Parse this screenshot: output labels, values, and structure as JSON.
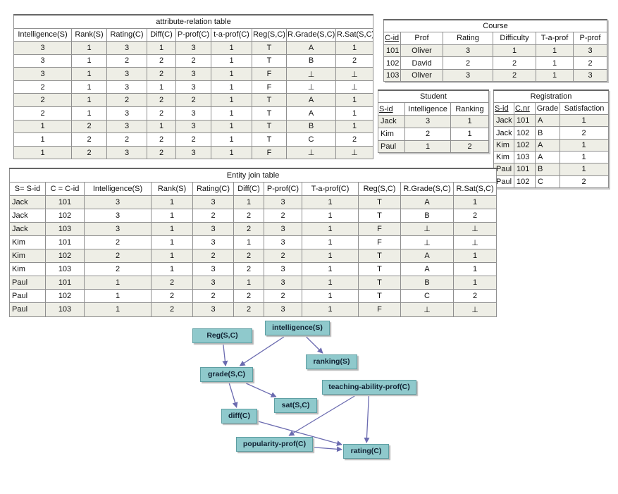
{
  "attr_table": {
    "title": "attribute-relation table",
    "headers": [
      "Intelligence(S)",
      "Rank(S)",
      "Rating(C)",
      "Diff(C)",
      "P-prof(C)",
      "t-a-prof(C)",
      "Reg(S,C)",
      "R.Grade(S,C)",
      "R.Sat(S,C)"
    ],
    "rows": [
      [
        "3",
        "1",
        "3",
        "1",
        "3",
        "1",
        "T",
        "A",
        "1"
      ],
      [
        "3",
        "1",
        "2",
        "2",
        "2",
        "1",
        "T",
        "B",
        "2"
      ],
      [
        "3",
        "1",
        "3",
        "2",
        "3",
        "1",
        "F",
        "⊥",
        "⊥"
      ],
      [
        "2",
        "1",
        "3",
        "1",
        "3",
        "1",
        "F",
        "⊥",
        "⊥"
      ],
      [
        "2",
        "1",
        "2",
        "2",
        "2",
        "1",
        "T",
        "A",
        "1"
      ],
      [
        "2",
        "1",
        "3",
        "2",
        "3",
        "1",
        "T",
        "A",
        "1"
      ],
      [
        "1",
        "2",
        "3",
        "1",
        "3",
        "1",
        "T",
        "B",
        "1"
      ],
      [
        "1",
        "2",
        "2",
        "2",
        "2",
        "1",
        "T",
        "C",
        "2"
      ],
      [
        "1",
        "2",
        "3",
        "2",
        "3",
        "1",
        "F",
        "⊥",
        "⊥"
      ]
    ]
  },
  "course_table": {
    "title": "Course",
    "headers": [
      "C-id",
      "Prof",
      "Rating",
      "Difficulty",
      "T-a-prof",
      "P-prof"
    ],
    "rows": [
      [
        "101",
        "Oliver",
        "3",
        "1",
        "1",
        "3"
      ],
      [
        "102",
        "David",
        "2",
        "2",
        "1",
        "2"
      ],
      [
        "103",
        "Oliver",
        "3",
        "2",
        "1",
        "3"
      ]
    ]
  },
  "student_table": {
    "title": "Student",
    "headers": [
      "S-id",
      "Intelligence",
      "Ranking"
    ],
    "rows": [
      [
        "Jack",
        "3",
        "1"
      ],
      [
        "Kim",
        "2",
        "1"
      ],
      [
        "Paul",
        "1",
        "2"
      ]
    ]
  },
  "registration_table": {
    "title": "Registration",
    "headers": [
      "S-id",
      "C.nr",
      "Grade",
      "Satisfaction"
    ],
    "rows": [
      [
        "Jack",
        "101",
        "A",
        "1"
      ],
      [
        "Jack",
        "102",
        "B",
        "2"
      ],
      [
        "Kim",
        "102",
        "A",
        "1"
      ],
      [
        "Kim",
        "103",
        "A",
        "1"
      ],
      [
        "Paul",
        "101",
        "B",
        "1"
      ],
      [
        "Paul",
        "102",
        "C",
        "2"
      ]
    ]
  },
  "join_table": {
    "title": "Entity join table",
    "headers": [
      "S= S-id",
      "C = C-id",
      "Intelligence(S)",
      "Rank(S)",
      "Rating(C)",
      "Diff(C)",
      "P-prof(C)",
      "T-a-prof(C)",
      "Reg(S,C)",
      "R.Grade(S,C)",
      "R.Sat(S,C)"
    ],
    "rows": [
      [
        "Jack",
        "101",
        "3",
        "1",
        "3",
        "1",
        "3",
        "1",
        "T",
        "A",
        "1"
      ],
      [
        "Jack",
        "102",
        "3",
        "1",
        "2",
        "2",
        "2",
        "1",
        "T",
        "B",
        "2"
      ],
      [
        "Jack",
        "103",
        "3",
        "1",
        "3",
        "2",
        "3",
        "1",
        "F",
        "⊥",
        "⊥"
      ],
      [
        "Kim",
        "101",
        "2",
        "1",
        "3",
        "1",
        "3",
        "1",
        "F",
        "⊥",
        "⊥"
      ],
      [
        "Kim",
        "102",
        "2",
        "1",
        "2",
        "2",
        "2",
        "1",
        "T",
        "A",
        "1"
      ],
      [
        "Kim",
        "103",
        "2",
        "1",
        "3",
        "2",
        "3",
        "1",
        "T",
        "A",
        "1"
      ],
      [
        "Paul",
        "101",
        "1",
        "2",
        "3",
        "1",
        "3",
        "1",
        "T",
        "B",
        "1"
      ],
      [
        "Paul",
        "102",
        "1",
        "2",
        "2",
        "2",
        "2",
        "1",
        "T",
        "C",
        "2"
      ],
      [
        "Paul",
        "103",
        "1",
        "2",
        "3",
        "2",
        "3",
        "1",
        "F",
        "⊥",
        "⊥"
      ]
    ]
  },
  "diagram": {
    "node_color": "#8fc9cc",
    "edge_color": "#6b6bb0",
    "nodes": {
      "reg": "Reg(S,C)",
      "intelligence": "intelligence(S)",
      "ranking": "ranking(S)",
      "grade": "grade(S,C)",
      "teaching": "teaching-ability-prof(C)",
      "sat": "sat(S,C)",
      "diff": "diff(C)",
      "popularity": "popularity-prof(C)",
      "rating": "rating(C)"
    },
    "edges": [
      [
        "reg",
        "grade"
      ],
      [
        "intelligence",
        "grade"
      ],
      [
        "intelligence",
        "ranking"
      ],
      [
        "grade",
        "sat"
      ],
      [
        "grade",
        "diff"
      ],
      [
        "teaching",
        "popularity"
      ],
      [
        "teaching",
        "rating"
      ],
      [
        "diff",
        "rating"
      ],
      [
        "popularity",
        "rating"
      ]
    ]
  }
}
